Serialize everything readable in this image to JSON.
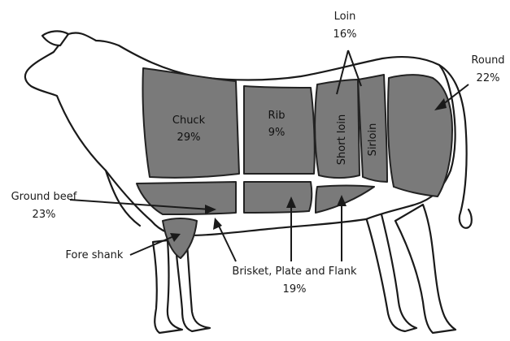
{
  "labels": {
    "loin": "Loin",
    "loin_pct": "16%",
    "round": "Round",
    "round_pct": "22%",
    "chuck": "Chuck",
    "chuck_pct": "29%",
    "rib": "Rib",
    "rib_pct": "9%",
    "short_loin": "Short loin",
    "sirloin": "Sirloin",
    "ground_beef": "Ground beef",
    "ground_beef_pct": "23%",
    "fore_shank": "Fore shank",
    "brisket": "Brisket, Plate and Flank",
    "brisket_pct": "19%"
  },
  "colors": {
    "cut_fill": "#7a7a7a",
    "outline": "#1a1a1a",
    "background": "#ffffff"
  }
}
